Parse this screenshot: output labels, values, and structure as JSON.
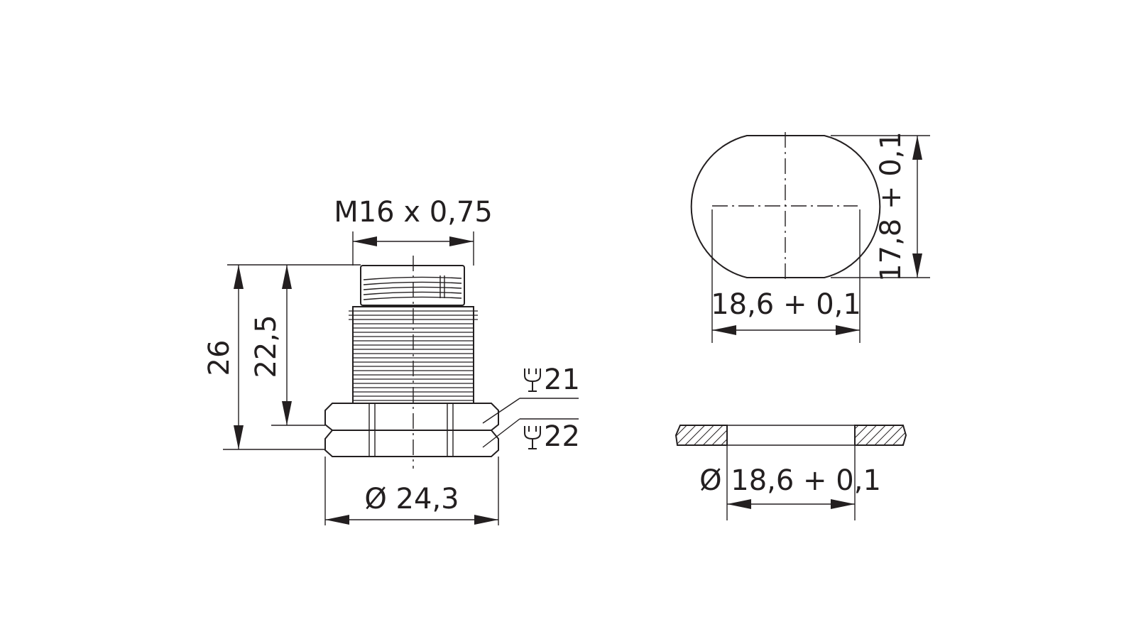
{
  "colors": {
    "line": "#231f20",
    "background": "#ffffff"
  },
  "icons": {
    "wrench": "wrench-icon"
  },
  "connector": {
    "thread_label": "M16 x 0,75",
    "height_total": "26",
    "height_thread": "22,5",
    "wrench_size_upper": "21",
    "wrench_size_lower": "22",
    "flange_diameter": "Ø 24,3"
  },
  "panel_cutout": {
    "width": "18,6 + 0,1",
    "height": "17,8 + 0,1"
  },
  "cutout_section": {
    "hole_diameter": "Ø 18,6 + 0,1"
  }
}
